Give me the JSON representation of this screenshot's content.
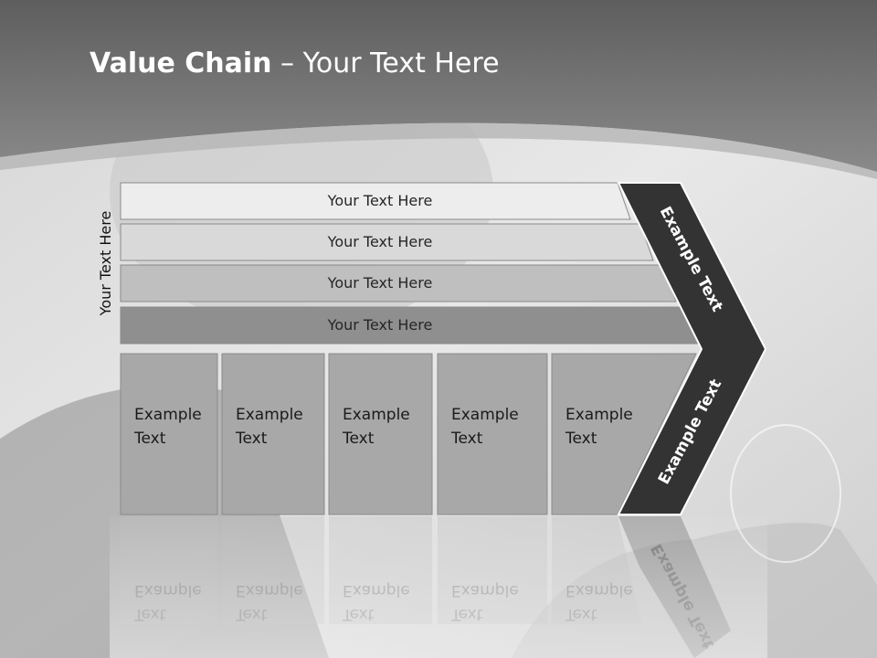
{
  "slide": {
    "title_bold": "Value Chain",
    "title_rest": " – Your Text Here",
    "side_label": "Your Text Here"
  },
  "bars": [
    {
      "label": "Your Text Here",
      "fill": "#ededed"
    },
    {
      "label": "Your Text Here",
      "fill": "#d9d9d9"
    },
    {
      "label": "Your Text Here",
      "fill": "#bfbfbf"
    },
    {
      "label": "Your Text Here",
      "fill": "#8f8f8f"
    }
  ],
  "columns": [
    {
      "line1": "Example",
      "line2": "Text"
    },
    {
      "line1": "Example",
      "line2": "Text"
    },
    {
      "line1": "Example",
      "line2": "Text"
    },
    {
      "line1": "Example",
      "line2": "Text"
    },
    {
      "line1": "Example",
      "line2": "Text"
    }
  ],
  "chevron": {
    "upper_label": "Example Text",
    "lower_label": "Example Text",
    "fill": "#333333"
  },
  "colors": {
    "header": "#7a7a7a",
    "column_fill": "#a8a8a8",
    "text_dark": "#262626"
  }
}
